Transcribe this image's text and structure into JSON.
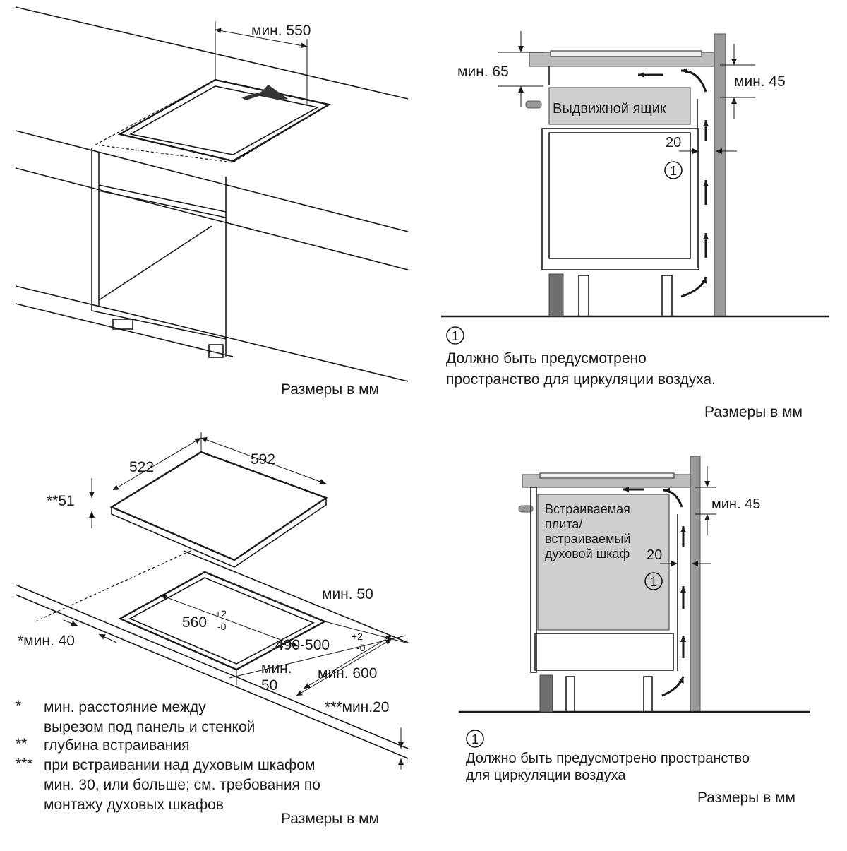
{
  "panel_top_left": {
    "dim_min550": "мин. 550",
    "units": "Размеры в мм"
  },
  "panel_top_right": {
    "dim_min65": "мин. 65",
    "dim_min45": "мин. 45",
    "drawer_label": "Выдвижной ящик",
    "dim_20": "20",
    "marker": "1",
    "note_marker": "1",
    "note_line1": "Должно быть предусмотрено",
    "note_line2": "пространство для циркуляции воздуха.",
    "units": "Размеры в мм"
  },
  "panel_bottom_left": {
    "dim_522": "522",
    "dim_592": "592",
    "dim_51": "**51",
    "dim_min50_top": "мин. 50",
    "dim_560": "560",
    "tol_560_plus": "+2",
    "tol_560_minus": "-0",
    "dim_490": "490-500",
    "tol_490_plus": "+2",
    "tol_490_minus": "-0",
    "dim_min40": "*мин. 40",
    "dim_min50_a": "мин.",
    "dim_min50_b": "50",
    "dim_min600": "мин. 600",
    "dim_min20": "***мин.20",
    "foot1_mark": "*",
    "foot1_l1": "мин. расстояние между",
    "foot1_l2": "вырезом под панель и стенкой",
    "foot2_mark": "**",
    "foot2_l1": "глубина встраивания",
    "foot3_mark": "***",
    "foot3_l1": "при встраивании над духовым шкафом",
    "foot3_l2": "мин. 30, или больше; см. требования по",
    "foot3_l3": "монтажу духовых шкафов",
    "units": "Размеры в мм"
  },
  "panel_bottom_right": {
    "dim_min45": "мин. 45",
    "oven_l1": "Встраиваемая",
    "oven_l2": "плита/",
    "oven_l3": "встраиваемый",
    "oven_l4": "духовой шкаф",
    "dim_20": "20",
    "marker": "1",
    "note_marker": "1",
    "note_line1": "Должно быть предусмотрено пространство",
    "note_line2": "для циркуляции воздуха",
    "units": "Размеры в мм"
  }
}
